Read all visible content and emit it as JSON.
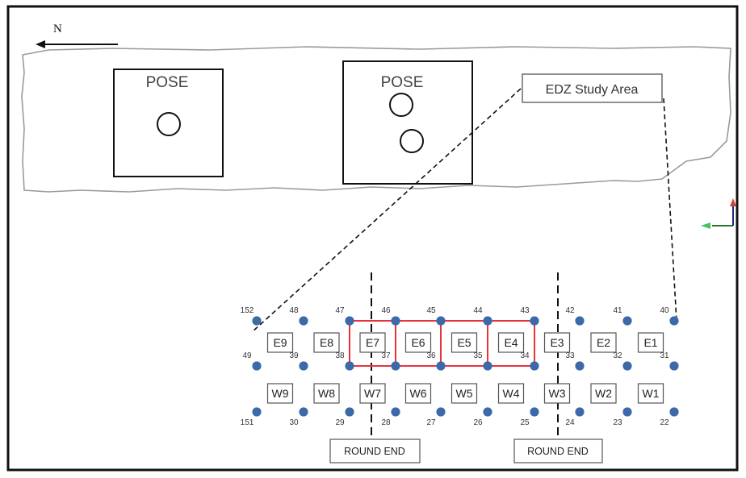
{
  "north": {
    "label": "N"
  },
  "pose_boxes": [
    {
      "label": "POSE",
      "holes": 1
    },
    {
      "label": "POSE",
      "holes": 2
    }
  ],
  "edz_label": "EDZ Study Area",
  "round_end_labels": [
    "ROUND END",
    "ROUND END"
  ],
  "east_rooms": [
    "E9",
    "E8",
    "E7",
    "E6",
    "E5",
    "E4",
    "E3",
    "E2",
    "E1"
  ],
  "west_rooms": [
    "W9",
    "W8",
    "W7",
    "W6",
    "W5",
    "W4",
    "W3",
    "W2",
    "W1"
  ],
  "top_points": [
    "152",
    "48",
    "47",
    "46",
    "45",
    "44",
    "43",
    "42",
    "41",
    "40"
  ],
  "mid_points": [
    "49",
    "39",
    "38",
    "37",
    "36",
    "35",
    "34",
    "33",
    "32",
    "31"
  ],
  "bottom_points": [
    "151",
    "30",
    "29",
    "28",
    "27",
    "26",
    "25",
    "24",
    "23",
    "22"
  ],
  "colors": {
    "point": "#3c6aa8",
    "highlight": "#e8323c",
    "outline": "#111111",
    "tunnel": "#9a9a9a"
  }
}
